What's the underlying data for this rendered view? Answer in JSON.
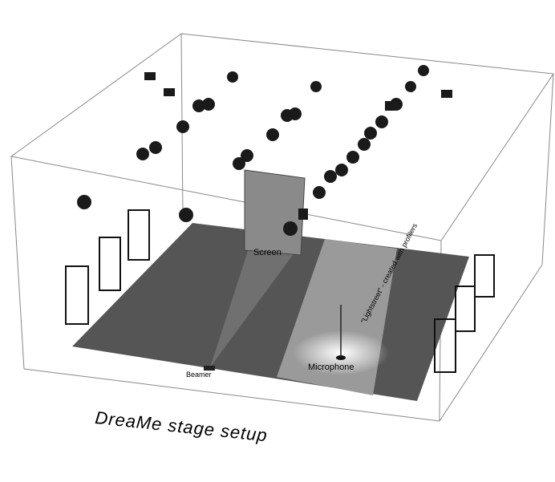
{
  "title": "DreaMe stage setup",
  "labels": {
    "screen": "Screen",
    "beamer": "Beamer",
    "microphone": "Microphone",
    "lightstreet": "\"Lightstreet\" - created with profilers"
  },
  "colors": {
    "floor": "#555555",
    "lightstreet": "#9a9a9a",
    "screen": "#8a8a8a"
  }
}
